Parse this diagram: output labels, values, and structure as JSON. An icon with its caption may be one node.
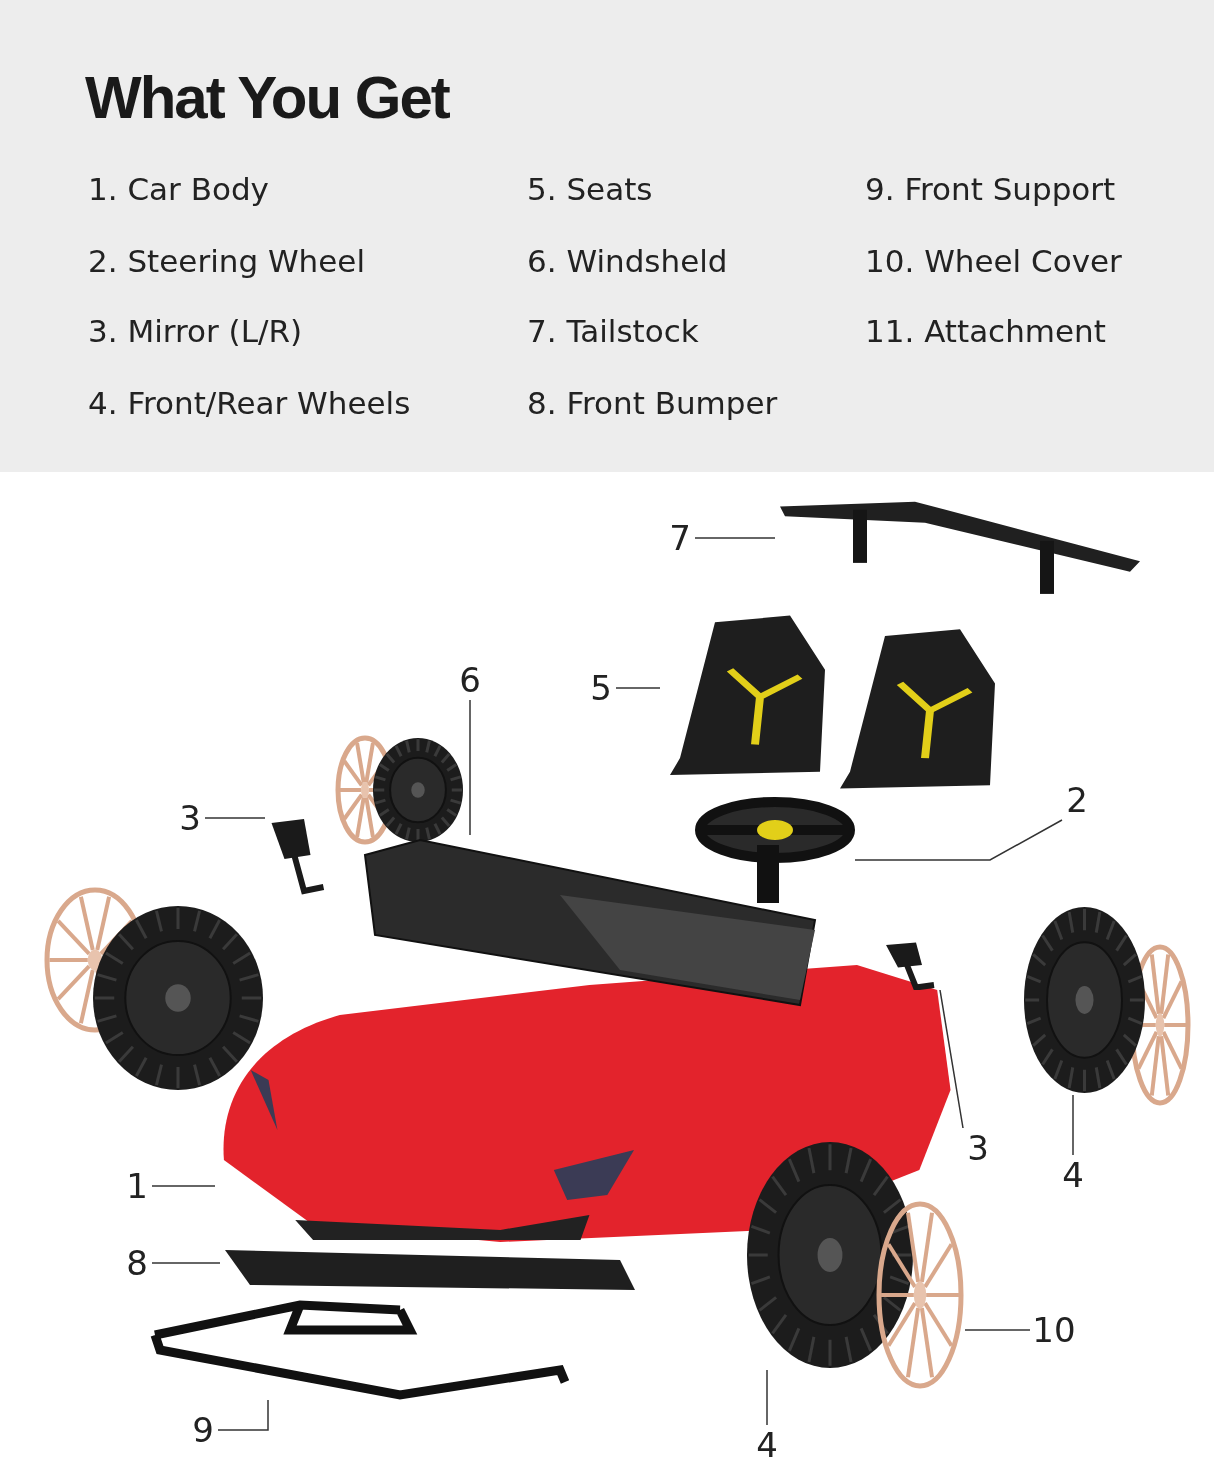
{
  "diagram": {
    "title": "What You Get",
    "nodes": [
      {
        "text": [
          "7"
        ]
      },
      {
        "text": [],
        "shape": "picture"
      },
      {
        "text": [
          "6"
        ]
      },
      {
        "text": [],
        "shape": "picture"
      },
      {
        "text": [
          "5"
        ]
      },
      {
        "text": [],
        "shape": "picture"
      },
      {
        "text": [
          "3"
        ]
      },
      {
        "text": [],
        "shape": "picture"
      },
      {
        "text": [
          "2"
        ]
      },
      {
        "text": [],
        "shape": "picture"
      },
      {
        "text": [
          "3"
        ]
      },
      {
        "text": [],
        "shape": "picture"
      },
      {
        "text": [
          "4"
        ]
      },
      {
        "text": [],
        "shape": "picture"
      },
      {
        "text": [
          "1"
        ]
      },
      {
        "text": [],
        "shape": "picture"
      },
      {
        "text": [
          "8"
        ]
      },
      {
        "text": [],
        "shape": "picture"
      },
      {
        "text": [
          "10"
        ]
      },
      {
        "text": [],
        "shape": "picture"
      },
      {
        "text": [
          "9"
        ]
      },
      {
        "text": [],
        "shape": "picture"
      },
      {
        "text": [
          "4"
        ]
      },
      {
        "text": [],
        "shape": "picture"
      }
    ],
    "edges": [
      {
        "from": 0,
        "to": 1,
        "arrow": "none"
      },
      {
        "from": 2,
        "to": 3,
        "arrow": "none"
      },
      {
        "from": 4,
        "to": 5,
        "arrow": "none"
      },
      {
        "from": 6,
        "to": 7,
        "arrow": "none"
      },
      {
        "from": 8,
        "to": 9,
        "arrow": "none"
      },
      {
        "from": 10,
        "to": 11,
        "arrow": "none"
      },
      {
        "from": 12,
        "to": 13,
        "arrow": "none"
      },
      {
        "from": 14,
        "to": 15,
        "arrow": "none"
      },
      {
        "from": 16,
        "to": 17,
        "arrow": "none"
      },
      {
        "from": 18,
        "to": 19,
        "arrow": "none"
      },
      {
        "from": 20,
        "to": 21,
        "arrow": "none"
      },
      {
        "from": 22,
        "to": 23,
        "arrow": "none"
      }
    ],
    "labels": [
      "1. Car Body",
      "2. Steering Wheel",
      "3. Mirror (L/R)",
      "4. Front/Rear Wheels",
      "5. Seats",
      "6. Windsheld",
      "7. Tailstock",
      "8. Front Bumper",
      "9. Front Support",
      "10. Wheel Cover",
      "11. Attachment"
    ]
  }
}
